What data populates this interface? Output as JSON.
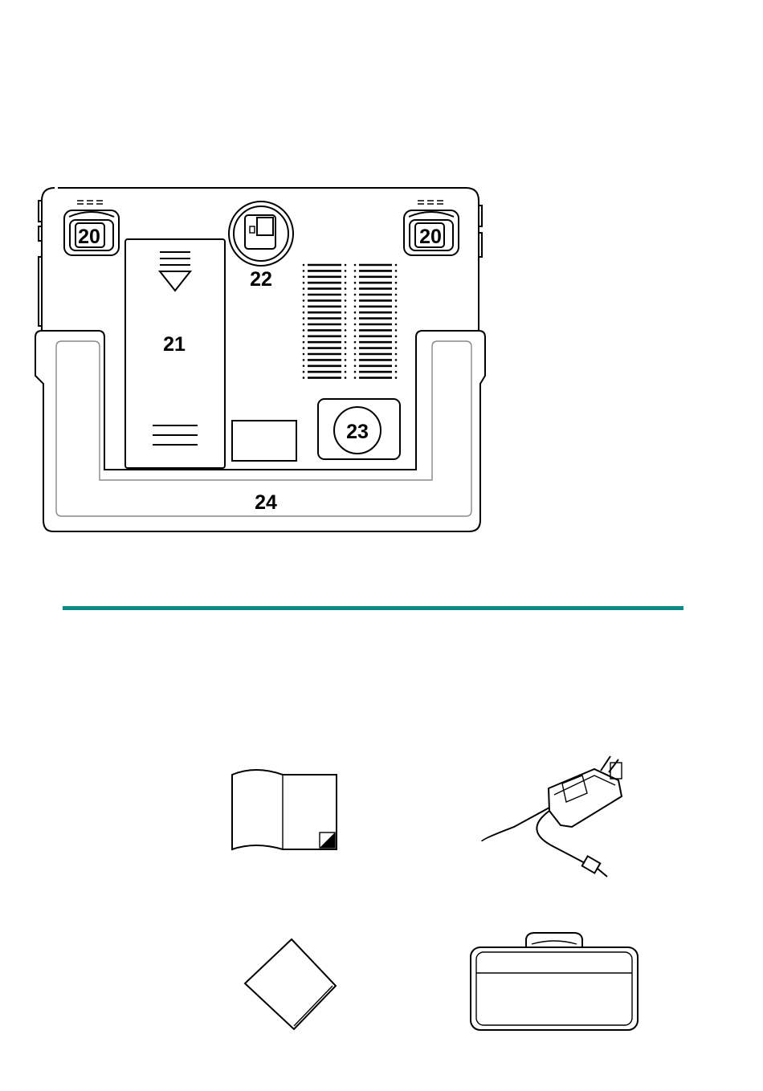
{
  "device_back": {
    "callouts": {
      "foot_left": "20",
      "foot_right": "20",
      "battery_cover": "21",
      "camera_lens": "22",
      "speaker_knob": "23",
      "handle": "24"
    }
  },
  "colors": {
    "divider": "#0d8a86",
    "line": "#000000",
    "handle_inner": "#888888"
  },
  "accessories": [
    {
      "name": "manual-icon"
    },
    {
      "name": "power-adapter-icon"
    },
    {
      "name": "cleaning-cloth-icon"
    },
    {
      "name": "carrying-case-icon"
    }
  ]
}
